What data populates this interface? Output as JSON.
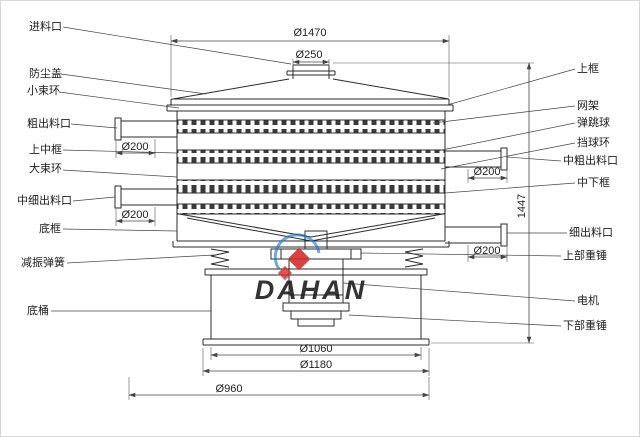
{
  "watermark": {
    "brand": "DAHAN"
  },
  "labels": {
    "left": [
      {
        "text": "进料口"
      },
      {
        "text": "防尘盖"
      },
      {
        "text": "小束环"
      },
      {
        "text": "粗出料口"
      },
      {
        "text": "上中框"
      },
      {
        "text": "大束环"
      },
      {
        "text": "中细出料口"
      },
      {
        "text": "底框"
      },
      {
        "text": "减振弹簧"
      },
      {
        "text": "底桶"
      }
    ],
    "right": [
      {
        "text": "上框"
      },
      {
        "text": "网架"
      },
      {
        "text": "弹跳球"
      },
      {
        "text": "挡球环"
      },
      {
        "text": "中粗出料口"
      },
      {
        "text": "中下框"
      },
      {
        "text": "细出料口"
      },
      {
        "text": "上部重锤"
      },
      {
        "text": "电机"
      },
      {
        "text": "下部重锤"
      }
    ]
  },
  "dimensions": {
    "top_diameter": "Ø1470",
    "inlet_diameter": "Ø250",
    "outlet_left_upper": "Ø200",
    "outlet_left_lower": "Ø200",
    "outlet_right_upper": "Ø200",
    "outlet_right_lower": "Ø200",
    "total_height": "1447",
    "barrel_top_diameter": "Ø1060",
    "flange_diameter": "Ø1180",
    "base_diameter": "Ø960"
  },
  "colors": {
    "line": "#2b2b2b",
    "brand_blue": "#1a5fb4",
    "brand_red": "#d32f2f"
  }
}
